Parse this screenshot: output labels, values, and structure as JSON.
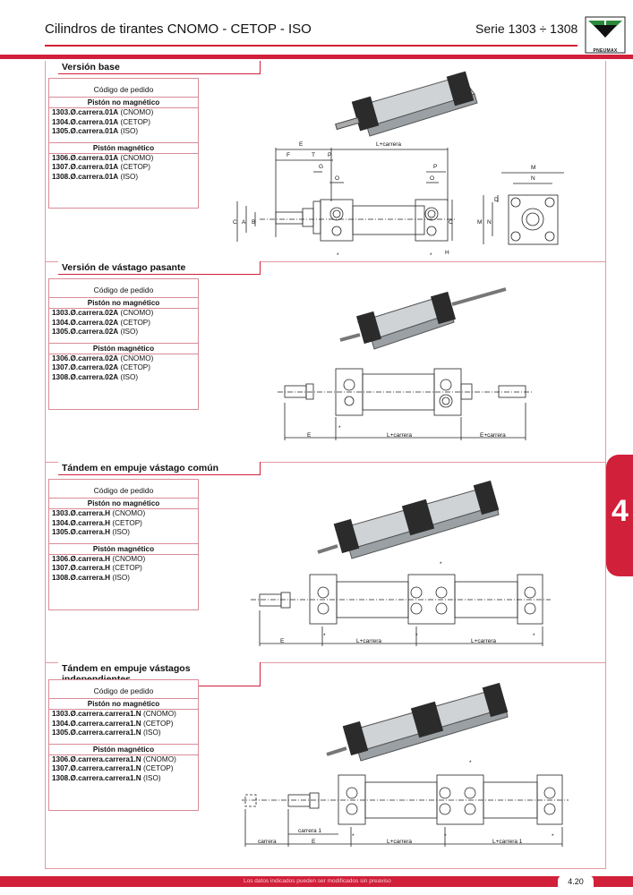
{
  "header": {
    "title": "Cilindros de tirantes CNOMO - CETOP - ISO",
    "serie": "Serie 1303 ÷ 1308",
    "logo_text": "PNEUMAX"
  },
  "side_tab": {
    "number": "4"
  },
  "sections": [
    {
      "title": "Versión base",
      "order_label": "Código de pedido",
      "non_magnetic_label": "Pistón no magnético",
      "non_magnetic": [
        {
          "code": "1303.Ø.carrera.01A",
          "std": "(CNOMO)"
        },
        {
          "code": "1304.Ø.carrera.01A",
          "std": "(CETOP)"
        },
        {
          "code": "1305.Ø.carrera.01A",
          "std": "(ISO)"
        }
      ],
      "magnetic_label": "Pistón magnético",
      "magnetic": [
        {
          "code": "1306.Ø.carrera.01A",
          "std": "(CNOMO)"
        },
        {
          "code": "1307.Ø.carrera.01A",
          "std": "(CETOP)"
        },
        {
          "code": "1308.Ø.carrera.01A",
          "std": "(ISO)"
        }
      ],
      "dims": {
        "E": "E",
        "L": "L+carrera",
        "F": "F",
        "T": "T",
        "P": "P",
        "G": "G",
        "O": "O",
        "C": "C",
        "A": "A",
        "B": "B",
        "M": "M",
        "N": "N",
        "D": "D",
        "H": "H",
        "star": "*"
      }
    },
    {
      "title": "Versión de vástago pasante",
      "order_label": "Código de pedido",
      "non_magnetic_label": "Pistón no magnético",
      "non_magnetic": [
        {
          "code": "1303.Ø.carrera.02A",
          "std": "(CNOMO)"
        },
        {
          "code": "1304.Ø.carrera.02A",
          "std": "(CETOP)"
        },
        {
          "code": "1305.Ø.carrera.02A",
          "std": "(ISO)"
        }
      ],
      "magnetic_label": "Pistón magnético",
      "magnetic": [
        {
          "code": "1306.Ø.carrera.02A",
          "std": "(CNOMO)"
        },
        {
          "code": "1307.Ø.carrera.02A",
          "std": "(CETOP)"
        },
        {
          "code": "1308.Ø.carrera.02A",
          "std": "(ISO)"
        }
      ],
      "dims": {
        "E": "E",
        "L": "L+carrera",
        "E2": "E+carrera",
        "star": "*"
      }
    },
    {
      "title": "Tándem en empuje vástago común",
      "order_label": "Código de pedido",
      "non_magnetic_label": "Pistón no magnético",
      "non_magnetic": [
        {
          "code": "1303.Ø.carrera.H",
          "std": "(CNOMO)"
        },
        {
          "code": "1304.Ø.carrera.H",
          "std": "(CETOP)"
        },
        {
          "code": "1305.Ø.carrera.H",
          "std": "(ISO)"
        }
      ],
      "magnetic_label": "Pistón magnético",
      "magnetic": [
        {
          "code": "1306.Ø.carrera.H",
          "std": "(CNOMO)"
        },
        {
          "code": "1307.Ø.carrera.H",
          "std": "(CETOP)"
        },
        {
          "code": "1308.Ø.carrera.H",
          "std": "(ISO)"
        }
      ],
      "dims": {
        "E": "E",
        "L1": "L+carrera",
        "L2": "L+carrera",
        "star": "*"
      }
    },
    {
      "title": "Tándem en empuje vástagos independientes",
      "order_label": "Código de pedido",
      "non_magnetic_label": "Pistón no magnético",
      "non_magnetic": [
        {
          "code": "1303.Ø.carrera.carrera1.N",
          "std": "(CNOMO)"
        },
        {
          "code": "1304.Ø.carrera.carrera1.N",
          "std": "(CETOP)"
        },
        {
          "code": "1305.Ø.carrera.carrera1.N",
          "std": "(ISO)"
        }
      ],
      "magnetic_label": "Pistón magnético",
      "magnetic": [
        {
          "code": "1306.Ø.carrera.carrera1.N",
          "std": "(CNOMO)"
        },
        {
          "code": "1307.Ø.carrera.carrera1.N",
          "std": "(CETOP)"
        },
        {
          "code": "1308.Ø.carrera.carrera1.N",
          "std": "(ISO)"
        }
      ],
      "dims": {
        "carrera": "carrera",
        "carrera1": "carrera 1",
        "E": "E",
        "L1": "L+carrera",
        "L2": "L+carrera 1",
        "star": "*"
      }
    }
  ],
  "footer": {
    "note": "Los datos indicados pueden ser modificados sin preaviso",
    "page": "4.20"
  },
  "colors": {
    "accent": "#d1203a",
    "frame": "#e39aa6"
  }
}
